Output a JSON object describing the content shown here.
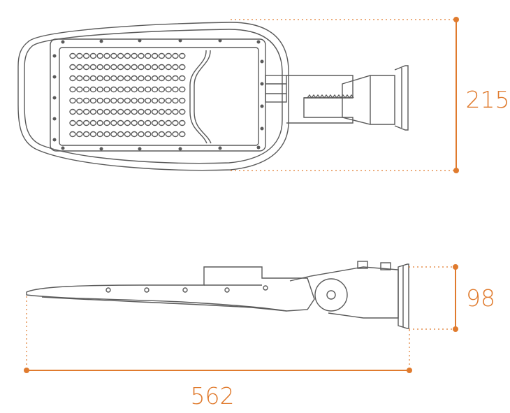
{
  "dimensions": {
    "height_top": "215",
    "height_side": "98",
    "length": "562"
  },
  "colors": {
    "dimension": "#e07b2e",
    "outline": "#5a5a5a",
    "background": "#ffffff"
  },
  "led_grid": {
    "rows": 8,
    "columns": 17
  }
}
